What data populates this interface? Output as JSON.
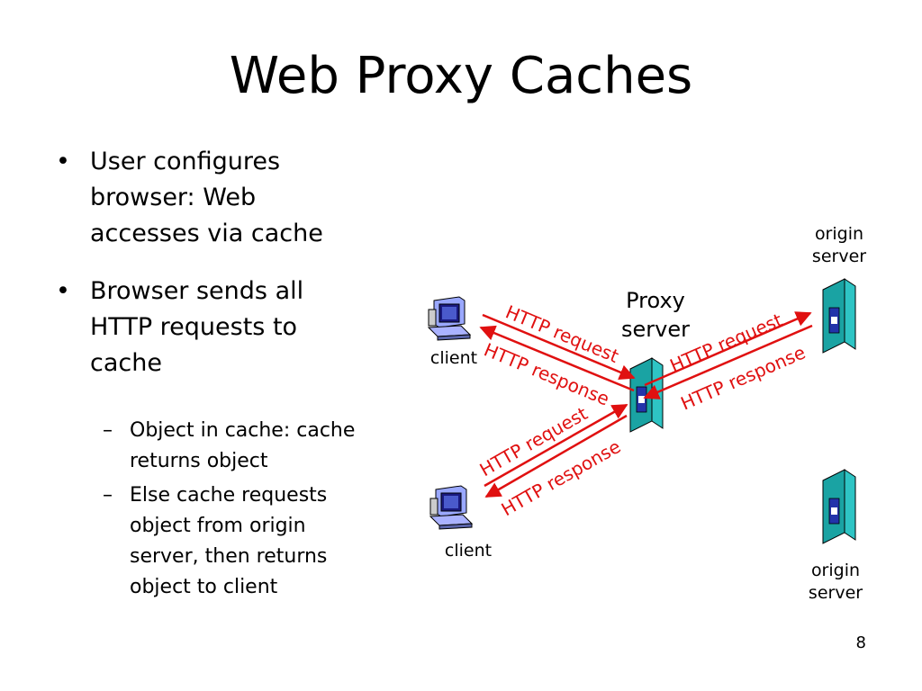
{
  "title": "Web Proxy Caches",
  "bullets": [
    {
      "lines": [
        "User configures",
        "browser: Web",
        "accesses via  cache"
      ],
      "sub": []
    },
    {
      "lines": [
        "Browser sends all",
        "HTTP requests to",
        "cache"
      ],
      "sub": [
        {
          "lines": [
            "Object in cache: cache",
            "returns object"
          ]
        },
        {
          "lines": [
            "Else cache requests",
            "object from origin",
            "server, then returns",
            "object to client"
          ]
        }
      ]
    }
  ],
  "bullet_glyph": "•",
  "sub_glyph": "–",
  "diagram": {
    "proxy_label": [
      "Proxy",
      "server"
    ],
    "client_label": "client",
    "origin_label": [
      "origin",
      "server"
    ],
    "http_request": "HTTP request",
    "http_response": "HTTP response",
    "arrow_color": "#e01010",
    "server_color": "#2ec4c4"
  },
  "page_number": "8"
}
